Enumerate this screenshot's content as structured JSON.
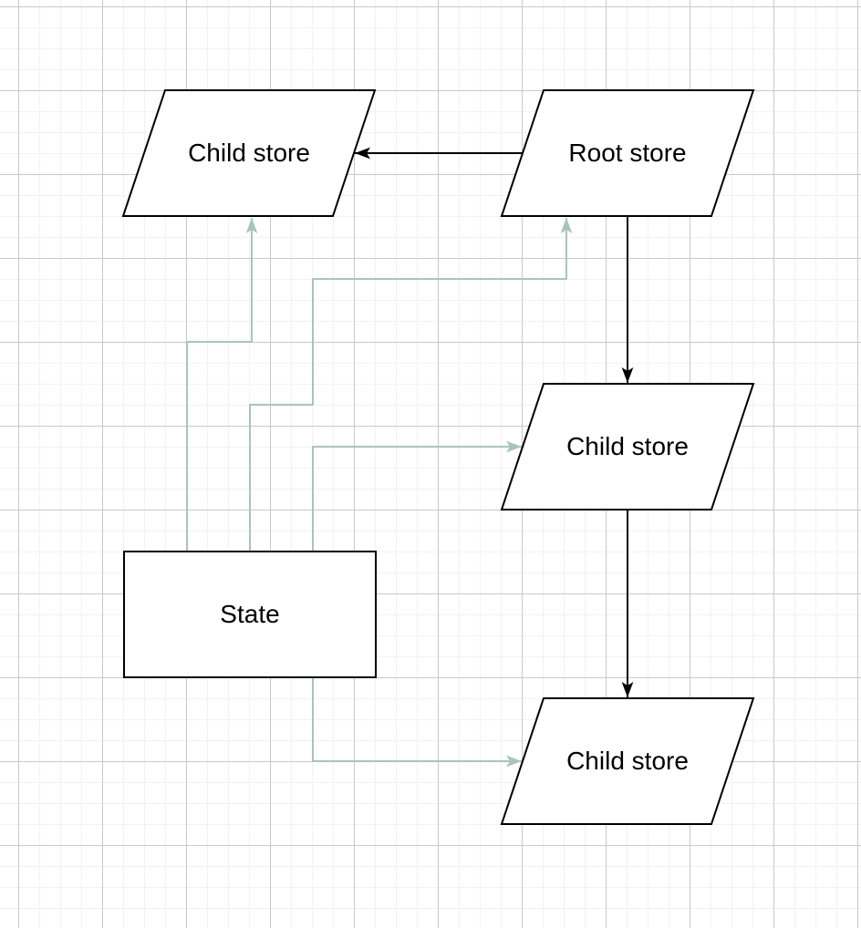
{
  "diagram": {
    "nodes": [
      {
        "label": "Child store",
        "shape": "parallelogram",
        "position": "top-left"
      },
      {
        "label": "Root store",
        "shape": "parallelogram",
        "position": "top-right"
      },
      {
        "label": "Child store",
        "shape": "parallelogram",
        "position": "middle-right"
      },
      {
        "label": "Child store",
        "shape": "parallelogram",
        "position": "bottom-right"
      },
      {
        "label": "State",
        "shape": "rectangle",
        "position": "bottom-left"
      }
    ],
    "edges": [
      {
        "from": "Root store",
        "to": "Child store (top-left)",
        "color_key": "edge_black",
        "style": "orthogonal-arrow"
      },
      {
        "from": "Root store",
        "to": "Child store (middle-right)",
        "color_key": "edge_black",
        "style": "orthogonal-arrow"
      },
      {
        "from": "Child store (middle-right)",
        "to": "Child store (bottom-right)",
        "color_key": "edge_black",
        "style": "orthogonal-arrow"
      },
      {
        "from": "State",
        "to": "Child store (top-left)",
        "color_key": "edge_green",
        "style": "orthogonal-arrow"
      },
      {
        "from": "State",
        "to": "Root store",
        "color_key": "edge_green",
        "style": "orthogonal-arrow"
      },
      {
        "from": "State",
        "to": "Child store (middle-right)",
        "color_key": "edge_green",
        "style": "orthogonal-arrow"
      },
      {
        "from": "State",
        "to": "Child store (bottom-right)",
        "color_key": "edge_green",
        "style": "orthogonal-arrow"
      }
    ],
    "colors": {
      "edge_black": "#000000",
      "edge_green": "#a8c4bb",
      "node_stroke": "#000000",
      "node_fill": "#ffffff",
      "label_color": "#000000",
      "canvas_bg": "#ffffff",
      "grid_minor": "#f2f2f2",
      "grid_major": "#c9c9c9"
    }
  }
}
